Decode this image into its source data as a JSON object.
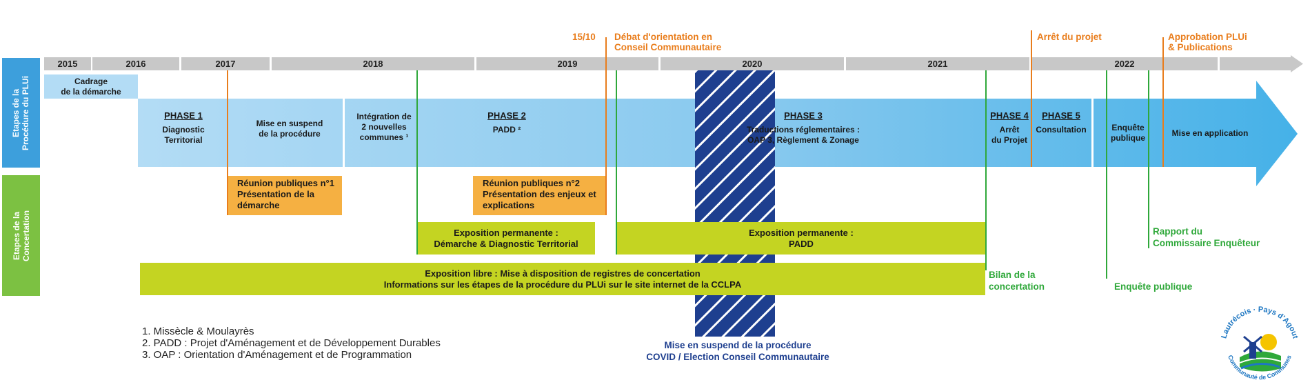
{
  "years": [
    "2015",
    "2016",
    "2017",
    "2018",
    "2019",
    "2020",
    "2021",
    "2022"
  ],
  "sidebar": {
    "procedure": "Etapes de la\nProcédure du PLUi",
    "concertation": "Etapes de la\nConcertation"
  },
  "cadrage": "Cadrage\nde la démarche",
  "phases": {
    "phase1_title": "PHASE 1",
    "phase1_text": "Diagnostic\nTerritorial",
    "suspend_text": "Mise en suspend\nde la procédure",
    "integration_text": "Intégration de\n2 nouvelles\ncommunes ¹",
    "phase2_title": "PHASE 2",
    "phase2_text": "PADD ²",
    "phase3_title": "PHASE 3",
    "phase3_text": "Traductions réglementaires :\nOAP 3, Règlement & Zonage",
    "phase4_title": "PHASE 4",
    "phase4_text": "Arrêt\ndu Projet",
    "phase5_title": "PHASE 5",
    "phase5_text": "Consultation",
    "enquete_text": "Enquête\npublique",
    "application_text": "Mise en application"
  },
  "milestones_top": {
    "date_1510": "15/10",
    "debat": "Débat d'orientation en\nConseil Communautaire",
    "arret": "Arrêt du projet",
    "approbation": "Approbation PLUi\n& Publications"
  },
  "reunions": {
    "r1": "Réunion publiques n°1\nPrésentation de la\ndémarche",
    "r2": "Réunion publiques n°2\nPrésentation des enjeux et\nexplications"
  },
  "expositions": {
    "e1": "Exposition permanente :\nDémarche & Diagnostic Territorial",
    "e2": "Exposition permanente :\nPADD",
    "libre": "Exposition libre : Mise à disposition de registres de concertation\nInformations sur les étapes de la procédure du PLUi sur le site internet de la CCLPA"
  },
  "green_labels": {
    "bilan": "Bilan de la\nconcertation",
    "rapport": "Rapport du\nCommissaire Enquêteur",
    "enquete": "Enquête publique"
  },
  "covid": "Mise en suspend de la procédure\nCOVID / Election Conseil Communautaire",
  "notes": [
    "1. Missècle & Moulayrès",
    "2. PADD : Projet d'Aménagement et de Développement Durables",
    "3. OAP : Orientation d'Aménagement et de Programmation"
  ],
  "logo": {
    "top_text": "Lautrécois · Pays d'Agout",
    "bottom_text": "Communauté de Communes"
  },
  "colors": {
    "blue_dark": "#3d9fdc",
    "blue_light": "#b3dcf5",
    "green_dark": "#7cc142",
    "orange": "#f5b042",
    "orange_line": "#e97d1c",
    "lime": "#c4d422",
    "green_line": "#2fa83a",
    "navy": "#1e3f8f"
  }
}
